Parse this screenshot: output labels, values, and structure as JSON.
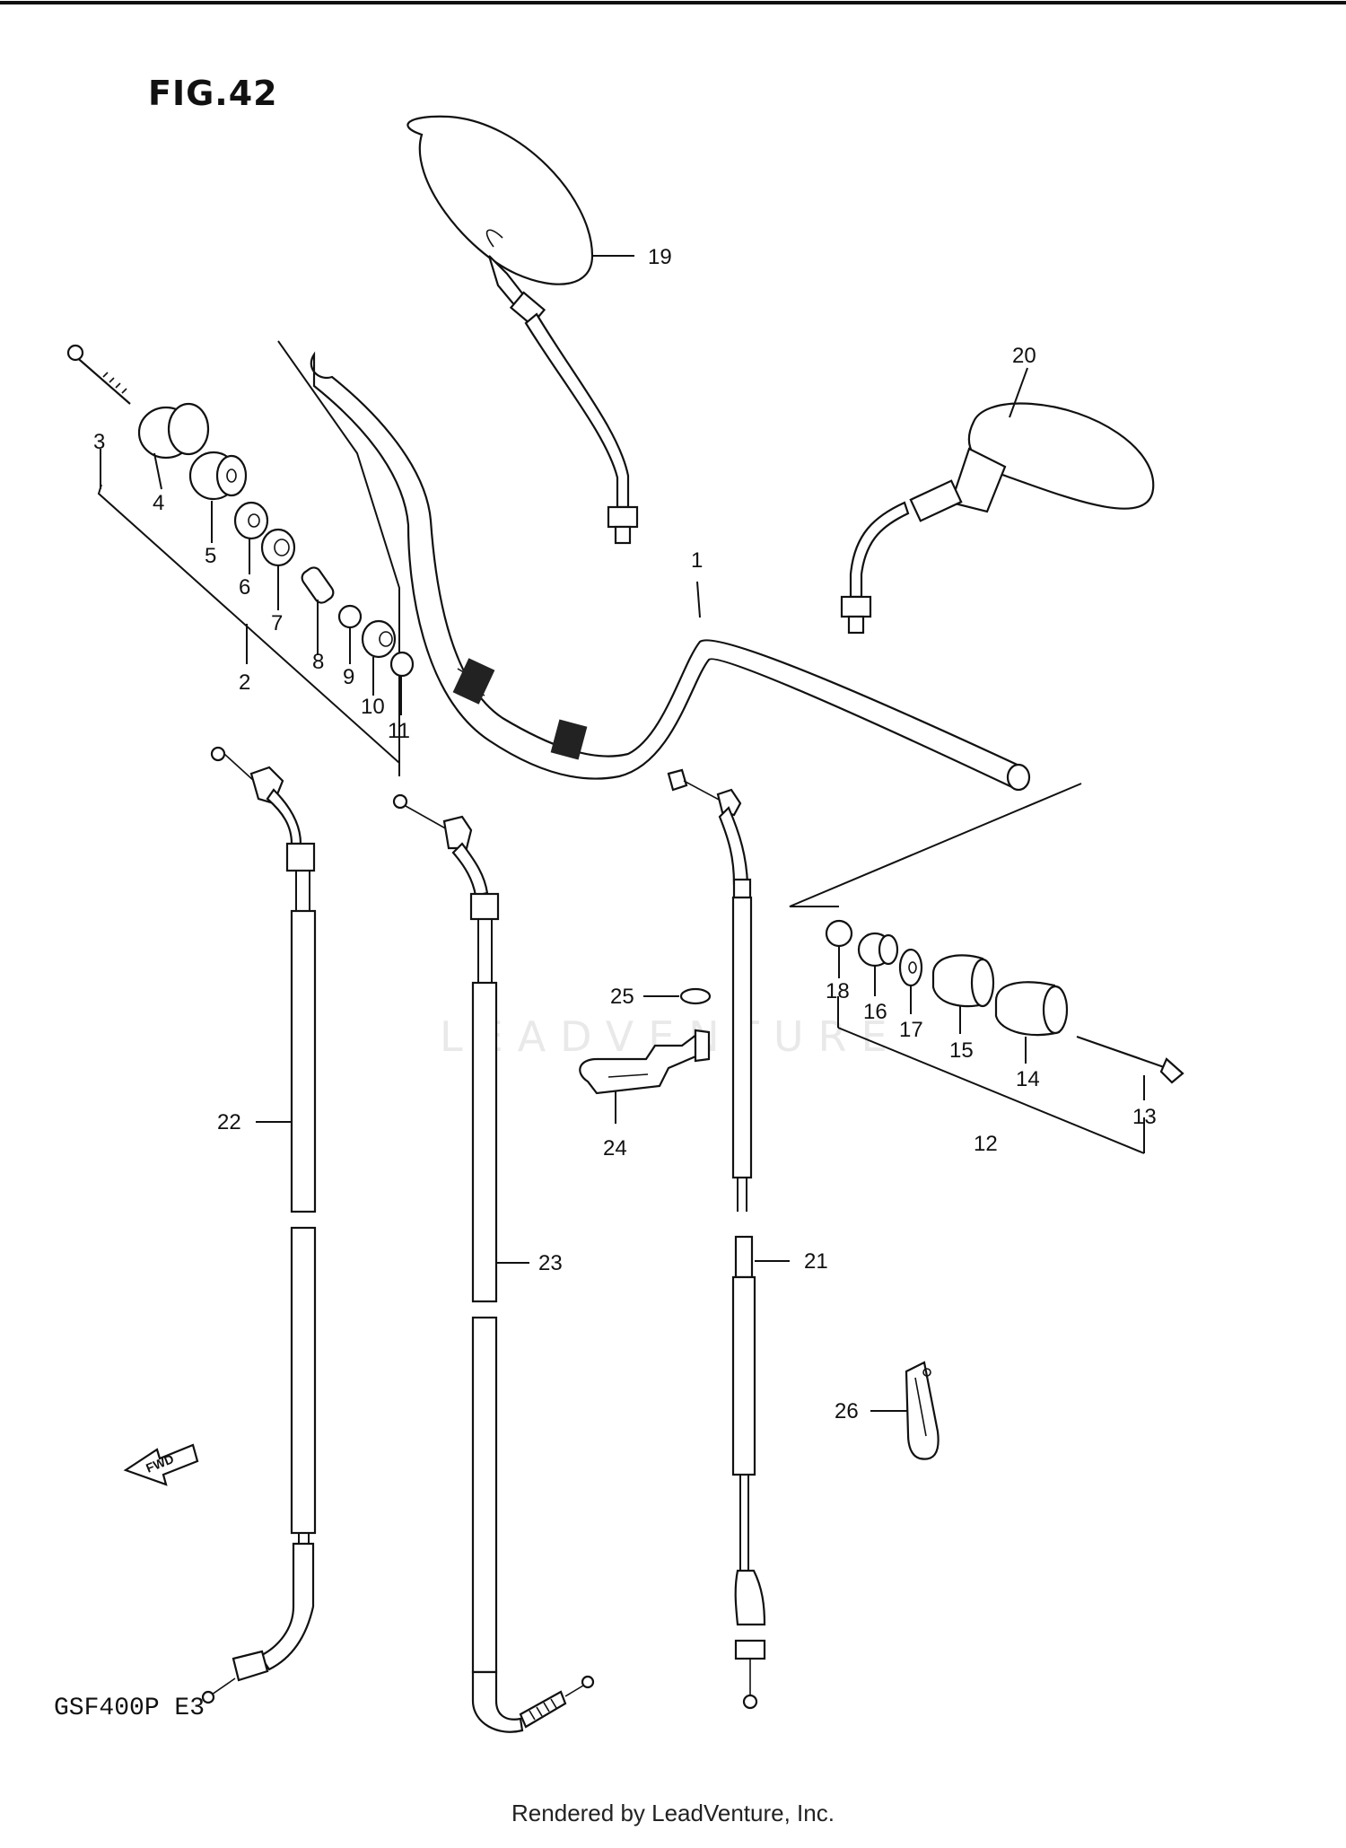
{
  "title": "FIG.42",
  "model": "GSF400P  E3",
  "footer": "Rendered by LeadVenture, Inc.",
  "watermark": "LEADVENTURE",
  "callouts": [
    "1",
    "2",
    "3",
    "4",
    "5",
    "6",
    "7",
    "8",
    "9",
    "10",
    "11",
    "12",
    "13",
    "14",
    "15",
    "16",
    "17",
    "18",
    "19",
    "20",
    "21",
    "22",
    "23",
    "24",
    "25",
    "26"
  ],
  "fwd_label": "FWD"
}
